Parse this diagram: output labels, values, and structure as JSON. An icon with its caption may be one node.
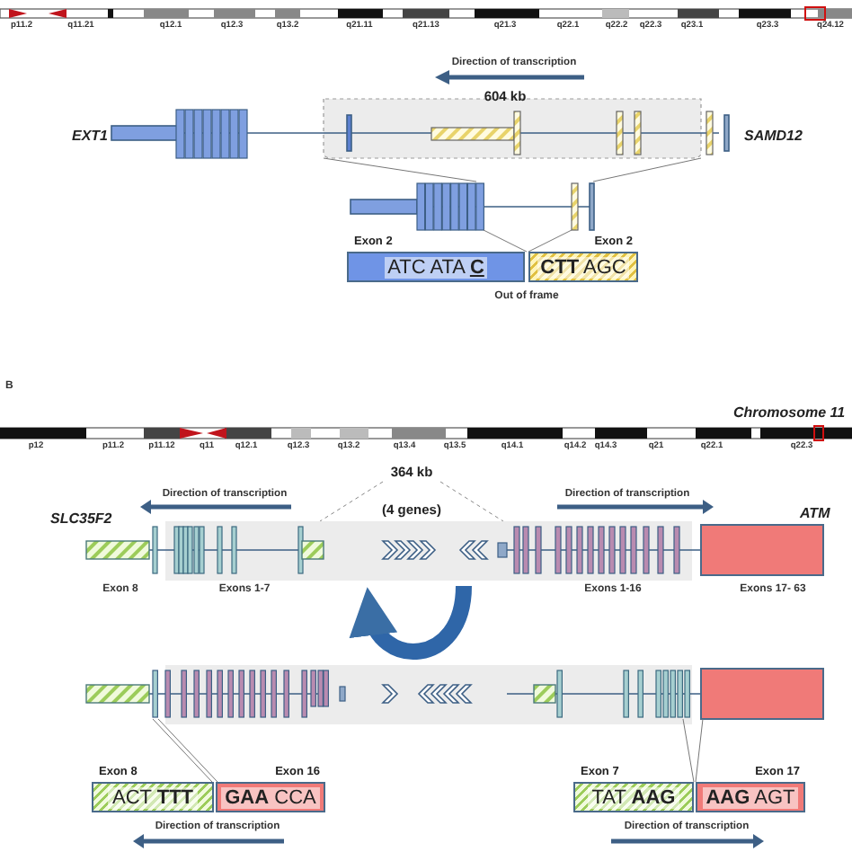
{
  "diagram": {
    "nodes": [
      {
        "text": [
          "Exon 2",
          "ATC ATA **C**"
        ]
      },
      {
        "text": [
          "Exon 2",
          "**CTT** AGC"
        ]
      },
      {
        "text": [
          "Exon 8",
          "ACT **TTT**"
        ]
      },
      {
        "text": [
          "Exon 16",
          "**GAA** CCA"
        ]
      },
      {
        "text": [
          "Exon 7",
          "TAT **AAG**"
        ]
      },
      {
        "text": [
          "Exon 17",
          "**AAG** AGT"
        ]
      }
    ],
    "labels": [
      "p11.2",
      "q11.21",
      "q12.1",
      "q12.3",
      "q13.2",
      "q21.11",
      "q21.13",
      "q21.3",
      "q22.1",
      "q22.2",
      "q22.3",
      "q23.1",
      "q23.3",
      "q24.12",
      "Direction of transcription",
      "604 kb",
      "EXT1",
      "SAMD12",
      "Out of frame",
      "B",
      "Chromosome 11",
      "p12",
      "p11.2",
      "p11.12",
      "q11",
      "q12.1",
      "q12.3",
      "q13.2",
      "q13.4",
      "q13.5",
      "q14.1",
      "q14.2",
      "q14.3",
      "q21",
      "q22.1",
      "q22.3",
      "364 kb",
      "Direction of transcription",
      "Direction of transcription",
      "(4 genes)",
      "SLC35F2",
      "ATM",
      "Exon 8",
      "Exons 1-7",
      "Exons 1-16",
      "Exons 17- 63",
      "Direction of transcription",
      "Direction of transcription"
    ]
  }
}
